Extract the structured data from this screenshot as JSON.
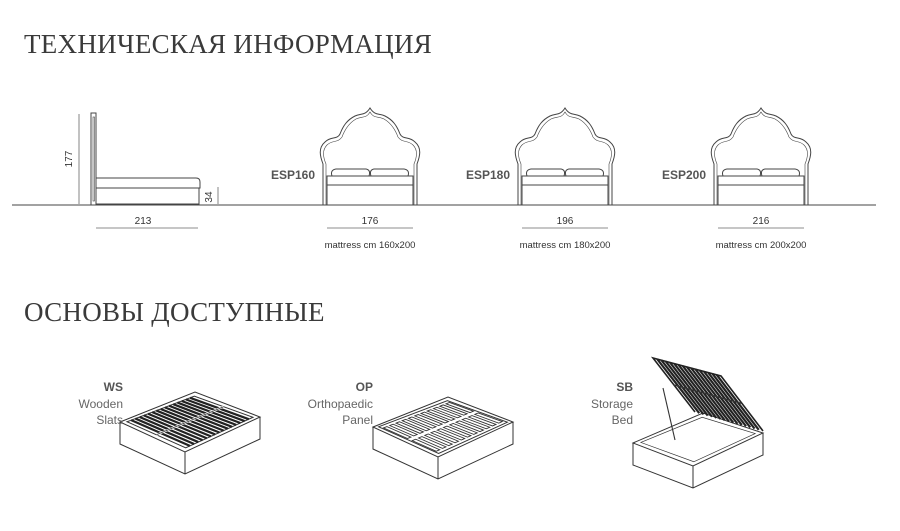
{
  "headings": {
    "technical": "ТЕХНИЧЕСКАЯ ИНФОРМАЦИЯ",
    "bases": "ОСНОВЫ ДОСТУПНЫЕ"
  },
  "side_view": {
    "height": "177",
    "length": "213",
    "base_height": "34"
  },
  "sizes": [
    {
      "code": "ESP160",
      "width": "176",
      "mattress": "mattress cm 160x200"
    },
    {
      "code": "ESP180",
      "width": "196",
      "mattress": "mattress cm 180x200"
    },
    {
      "code": "ESP200",
      "width": "216",
      "mattress": "mattress cm 200x200"
    }
  ],
  "bases": [
    {
      "code": "WS",
      "line1": "Wooden",
      "line2": "Slats"
    },
    {
      "code": "OP",
      "line1": "Orthopaedic",
      "line2": "Panel"
    },
    {
      "code": "SB",
      "line1": "Storage",
      "line2": "Bed"
    }
  ]
}
